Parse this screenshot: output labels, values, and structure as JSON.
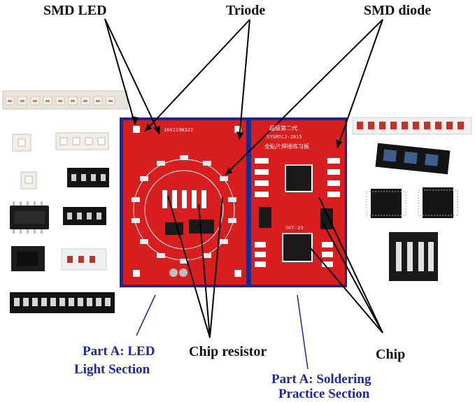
{
  "labels": {
    "smd_led": "SMD LED",
    "triode": "Triode",
    "smd_diode": "SMD diode",
    "chip_resistor": "Chip resistor",
    "chip": "Chip",
    "part_a_led_line1": "Part A: LED",
    "part_a_led_line2": "Light Section",
    "part_a_solder_line1": "Part A: Soldering",
    "part_a_solder_line2": "Practice Section"
  },
  "board": {
    "left_code": "1602190322",
    "right_title": "超级第二代",
    "right_model": "SYSMTCJ-2015",
    "right_subtitle": "全贴片焊接练习板",
    "sot_label": "SOT-23"
  },
  "colors": {
    "pcb_red": "#d81e1e",
    "frame_blue": "#1c2a8c",
    "label_blue": "#1c27a8"
  }
}
